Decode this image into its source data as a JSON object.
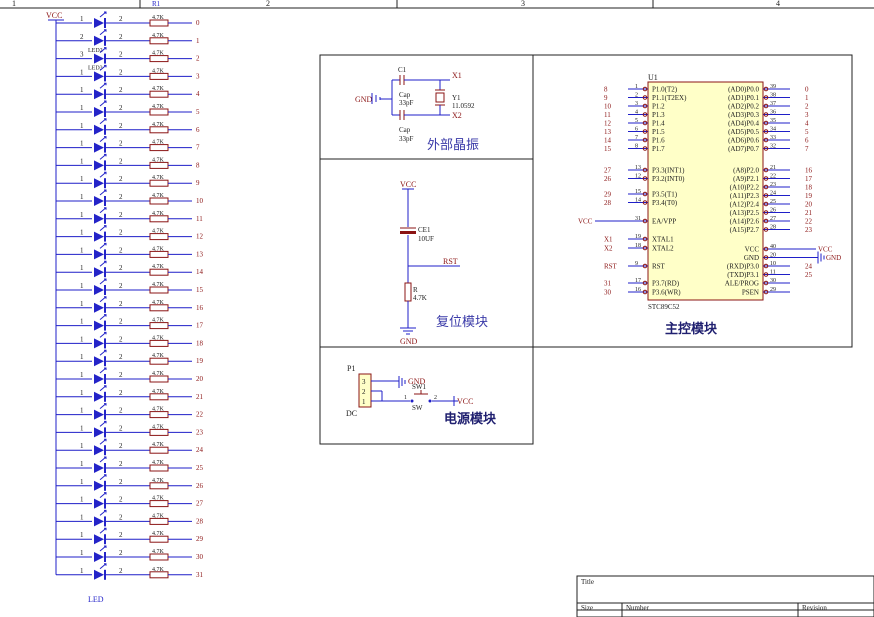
{
  "colors": {
    "wire": "#1f1fc8",
    "comp": "#8b1414",
    "text": "#202020",
    "net": "#8b1414",
    "led": "#2424c8",
    "frame": "#202020"
  },
  "frame": {
    "columns": [
      "1",
      "2",
      "3",
      "4"
    ],
    "title_label": "Title",
    "size_label": "Size",
    "number_label": "Number",
    "revision_label": "Revision"
  },
  "led_array": {
    "vcc_label": "VCC",
    "resistor_ref": "R1",
    "bottom_label": "LED",
    "led_top_labels": [
      "LED2",
      "LED3"
    ],
    "resistor_value": "4.7K",
    "pin_one": "1",
    "pin_two": "2",
    "led_refs_visible": [
      "1",
      "2",
      "3"
    ],
    "nets": [
      "0",
      "1",
      "2",
      "3",
      "4",
      "5",
      "6",
      "7",
      "8",
      "9",
      "10",
      "11",
      "12",
      "13",
      "14",
      "15",
      "16",
      "17",
      "18",
      "19",
      "20",
      "21",
      "22",
      "23",
      "24",
      "25",
      "26",
      "27",
      "28",
      "29",
      "30",
      "31"
    ]
  },
  "crystal_module": {
    "title": "外部晶振",
    "gnd": "GND",
    "c1_ref": "C1",
    "c1_val": "Cap",
    "c1_pf": "33pF",
    "c2_ref": "Cap",
    "c2_val": "33pF",
    "y1_ref": "Y1",
    "y1_val": "11.0592",
    "x1": "X1",
    "x2": "X2"
  },
  "reset_module": {
    "title": "复位模块",
    "vcc": "VCC",
    "ce1_ref": "CE1",
    "ce1_val": "10UF",
    "rst": "RST",
    "r_ref": "R",
    "r_val": "4.7K",
    "gnd": "GND"
  },
  "power_module": {
    "title": "电源模块",
    "p1": "P1",
    "dc": "DC",
    "pins": [
      "3",
      "2",
      "1"
    ],
    "gnd": "GND",
    "sw_ref": "SW1",
    "sw_val": "SW",
    "sw_pin1": "1",
    "sw_pin2": "2",
    "vcc": "VCC"
  },
  "mcu_module": {
    "title": "主控模块",
    "ref": "U1",
    "part": "STC89C52",
    "left_pins": [
      {
        "num": "1",
        "name": "P1.0(T2)",
        "net": "8"
      },
      {
        "num": "2",
        "name": "P1.1(T2EX)",
        "net": "9"
      },
      {
        "num": "3",
        "name": "P1.2",
        "net": "10"
      },
      {
        "num": "4",
        "name": "P1.3",
        "net": "11"
      },
      {
        "num": "5",
        "name": "P1.4",
        "net": "12"
      },
      {
        "num": "6",
        "name": "P1.5",
        "net": "13"
      },
      {
        "num": "7",
        "name": "P1.6",
        "net": "14"
      },
      {
        "num": "8",
        "name": "P1.7",
        "net": "15"
      },
      {
        "num": "13",
        "name": "P3.3(INT1)",
        "net": "27"
      },
      {
        "num": "12",
        "name": "P3.2(INT0)",
        "net": "26"
      },
      {
        "num": "15",
        "name": "P3.5(T1)",
        "net": "29"
      },
      {
        "num": "14",
        "name": "P3.4(T0)",
        "net": "28"
      },
      {
        "num": "31",
        "name": "EA/VPP",
        "net": "VCC"
      },
      {
        "num": "19",
        "name": "XTAL1",
        "net": "X1"
      },
      {
        "num": "18",
        "name": "XTAL2",
        "net": "X2"
      },
      {
        "num": "9",
        "name": "RST",
        "net": "RST"
      },
      {
        "num": "17",
        "name": "P3.7(RD)",
        "net": "31"
      },
      {
        "num": "16",
        "name": "P3.6(WR)",
        "net": "30"
      }
    ],
    "right_pins": [
      {
        "num": "39",
        "name": "(AD0)P0.0",
        "net": "0"
      },
      {
        "num": "38",
        "name": "(AD1)P0.1",
        "net": "1"
      },
      {
        "num": "37",
        "name": "(AD2)P0.2",
        "net": "2"
      },
      {
        "num": "36",
        "name": "(AD3)P0.3",
        "net": "3"
      },
      {
        "num": "35",
        "name": "(AD4)P0.4",
        "net": "4"
      },
      {
        "num": "34",
        "name": "(AD5)P0.5",
        "net": "5"
      },
      {
        "num": "33",
        "name": "(AD6)P0.6",
        "net": "6"
      },
      {
        "num": "32",
        "name": "(AD7)P0.7",
        "net": "7"
      },
      {
        "num": "21",
        "name": "(A8)P2.0",
        "net": "16"
      },
      {
        "num": "22",
        "name": "(A9)P2.1",
        "net": "17"
      },
      {
        "num": "23",
        "name": "(A10)P2.2",
        "net": "18"
      },
      {
        "num": "24",
        "name": "(A11)P2.3",
        "net": "19"
      },
      {
        "num": "25",
        "name": "(A12)P2.4",
        "net": "20"
      },
      {
        "num": "26",
        "name": "(A13)P2.5",
        "net": "21"
      },
      {
        "num": "27",
        "name": "(A14)P2.6",
        "net": "22"
      },
      {
        "num": "28",
        "name": "(A15)P2.7",
        "net": "23"
      },
      {
        "num": "40",
        "name": "VCC",
        "net": "VCC"
      },
      {
        "num": "20",
        "name": "GND",
        "net": "GND"
      },
      {
        "num": "10",
        "name": "(RXD)P3.0",
        "net": "24"
      },
      {
        "num": "11",
        "name": "(TXD)P3.1",
        "net": "25"
      },
      {
        "num": "30",
        "name": "ALE/PROG",
        "net": ""
      },
      {
        "num": "29",
        "name": "PSEN",
        "net": ""
      }
    ]
  }
}
